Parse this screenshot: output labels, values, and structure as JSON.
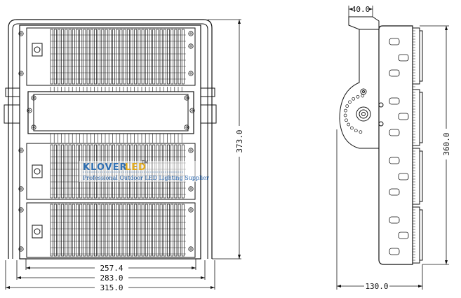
{
  "front_view": {
    "width_inner": "257.4",
    "width_mid": "283.0",
    "width_outer": "315.0",
    "height": "373.0"
  },
  "side_view": {
    "bracket_depth": "40.0",
    "depth": "130.0",
    "height": "360.0"
  },
  "watermark": {
    "brand_a": "KLOVER",
    "brand_b": "LED",
    "trademark": "TM",
    "tagline": "Professional Outdoor LED Lighting Supplier"
  },
  "colors": {
    "line": "#111111",
    "brand_blue": "#2f6fb2",
    "brand_gold": "#e0a81c"
  }
}
